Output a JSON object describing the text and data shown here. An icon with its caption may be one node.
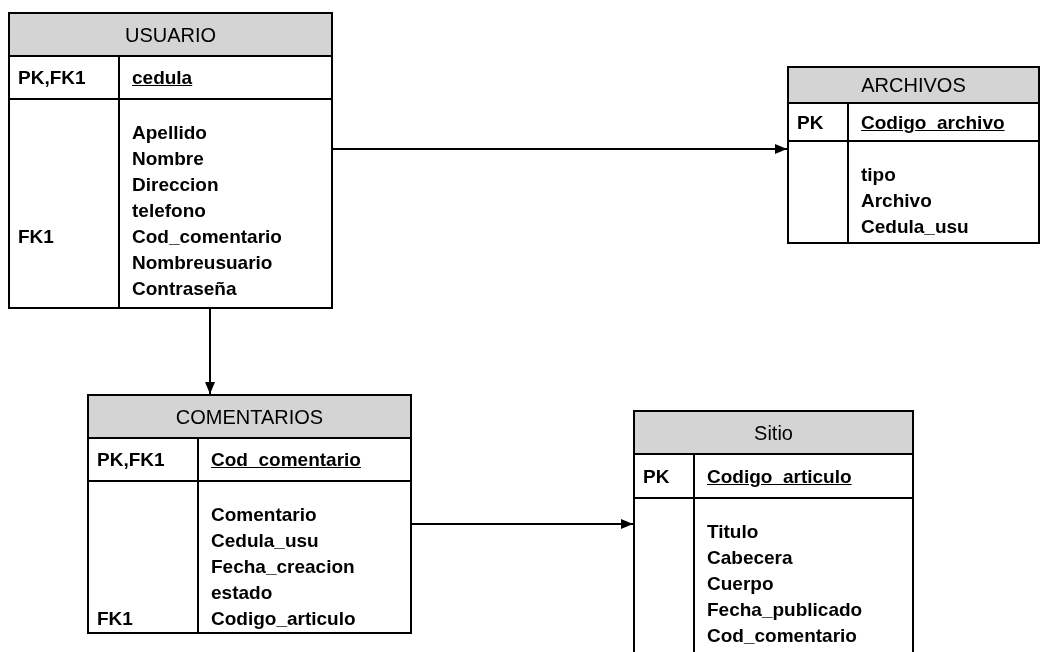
{
  "diagram": {
    "nodes": [
      {
        "text": [
          "USUARIO"
        ]
      },
      {
        "text": [
          "PK,FK1"
        ],
        "in": 0
      },
      {
        "text": [
          "cedula"
        ],
        "in": 0
      },
      {
        "text": [
          "FK1"
        ],
        "in": 0
      },
      {
        "text": [
          "Apellido",
          "Nombre",
          "Direccion",
          "telefono",
          "Cod_comentario",
          "Nombreusuario",
          "Contraseña"
        ],
        "in": 0
      },
      {
        "text": [
          "ARCHIVOS"
        ]
      },
      {
        "text": [
          "PK"
        ],
        "in": 5
      },
      {
        "text": [
          "Codigo_archivo"
        ],
        "in": 5
      },
      {
        "text": [
          "tipo",
          "Archivo",
          "Cedula_usu"
        ],
        "in": 5
      },
      {
        "text": [
          "COMENTARIOS"
        ]
      },
      {
        "text": [
          "PK,FK1"
        ],
        "in": 9
      },
      {
        "text": [
          "Cod_comentario"
        ],
        "in": 9
      },
      {
        "text": [
          "FK1"
        ],
        "in": 9
      },
      {
        "text": [
          "Comentario",
          "Cedula_usu",
          "Fecha_creacion",
          "estado",
          "Codigo_articulo"
        ],
        "in": 9
      },
      {
        "text": [
          "Sitio"
        ]
      },
      {
        "text": [
          "PK"
        ],
        "in": 14
      },
      {
        "text": [
          "Codigo_articulo"
        ],
        "in": 14
      },
      {
        "text": [
          "Titulo",
          "Cabecera",
          "Cuerpo",
          "Fecha_publicado",
          "Cod_comentario"
        ],
        "in": 14
      }
    ],
    "edges": [
      {
        "from": 0,
        "to": 5,
        "arrow": "to"
      },
      {
        "from": 0,
        "to": 9,
        "arrow": "to"
      },
      {
        "from": 9,
        "to": 14,
        "arrow": "to"
      }
    ]
  }
}
